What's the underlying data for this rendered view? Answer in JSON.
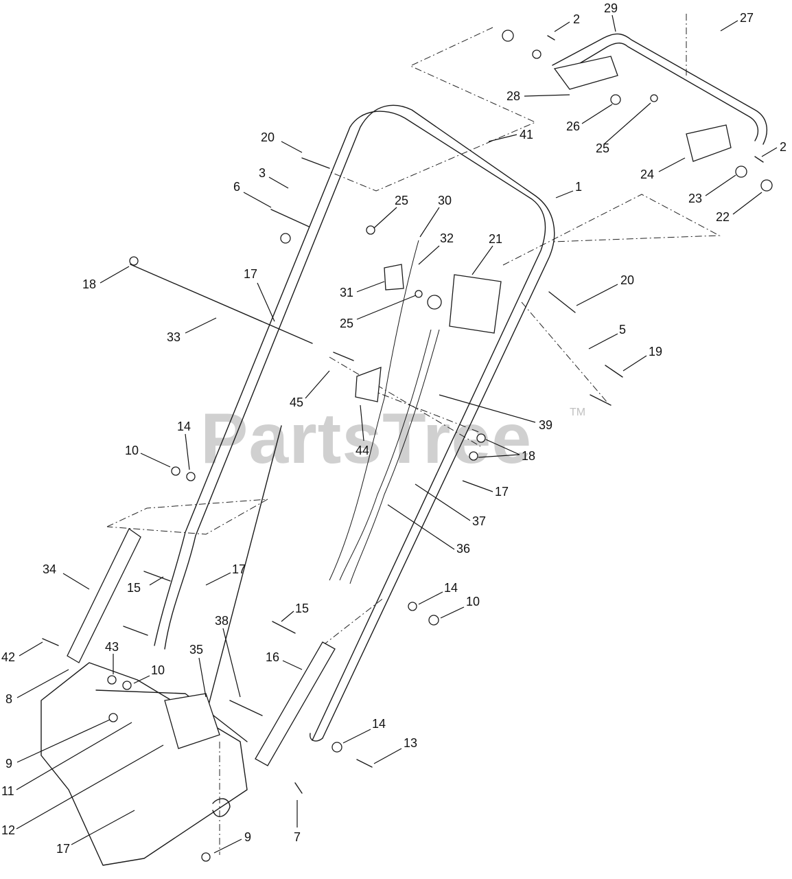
{
  "watermark": {
    "brand": "PartsTree",
    "trademark": "TM"
  },
  "callouts": [
    "1",
    "2",
    "3",
    "5",
    "6",
    "7",
    "8",
    "9",
    "10",
    "11",
    "12",
    "13",
    "14",
    "15",
    "16",
    "17",
    "18",
    "19",
    "20",
    "21",
    "22",
    "23",
    "24",
    "25",
    "26",
    "27",
    "28",
    "29",
    "30",
    "31",
    "32",
    "33",
    "34",
    "35",
    "36",
    "37",
    "38",
    "39",
    "41",
    "42",
    "43",
    "44",
    "45"
  ]
}
